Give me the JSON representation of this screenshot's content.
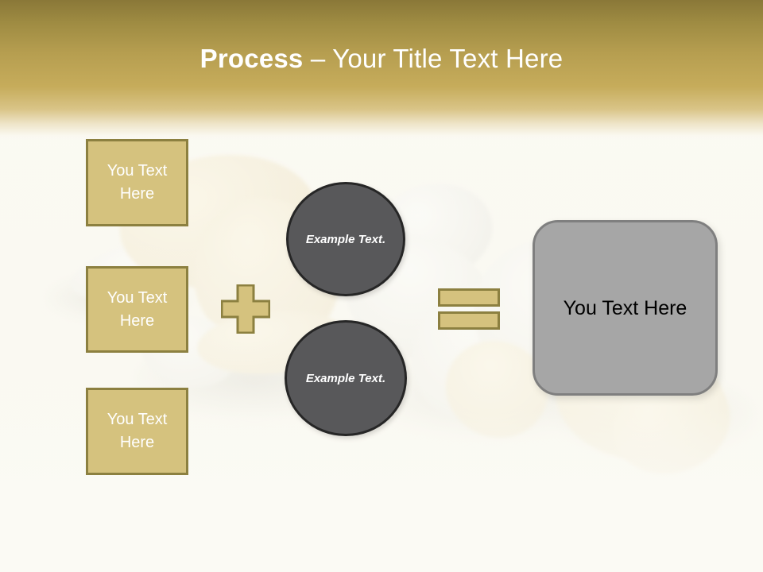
{
  "slide": {
    "title_strong": "Process",
    "title_rest": " – Your Title Text Here",
    "background_description": "faded photograph of bone vertebra specimens",
    "colors": {
      "header_top": "#8A7838",
      "header_mid": "#C6AC5B",
      "header_fade": "#FAF8F0",
      "slide_background": "#FAF9F2",
      "tan_fill": "#D5C27E",
      "tan_border": "#8C8040",
      "circle_fill": "#58585A",
      "circle_border": "#262626",
      "result_fill": "#A6A6A6",
      "result_border": "#7F7F7F",
      "title_text": "#FFFFFF",
      "result_text": "#000000"
    }
  },
  "inputs": [
    {
      "label": "You Text Here"
    },
    {
      "label": "You Text Here"
    },
    {
      "label": "You Text Here"
    }
  ],
  "operators": {
    "plus": "+",
    "equals": "="
  },
  "circles": [
    {
      "label": "Example Text."
    },
    {
      "label": "Example Text."
    }
  ],
  "result": {
    "label": "You Text Here"
  }
}
